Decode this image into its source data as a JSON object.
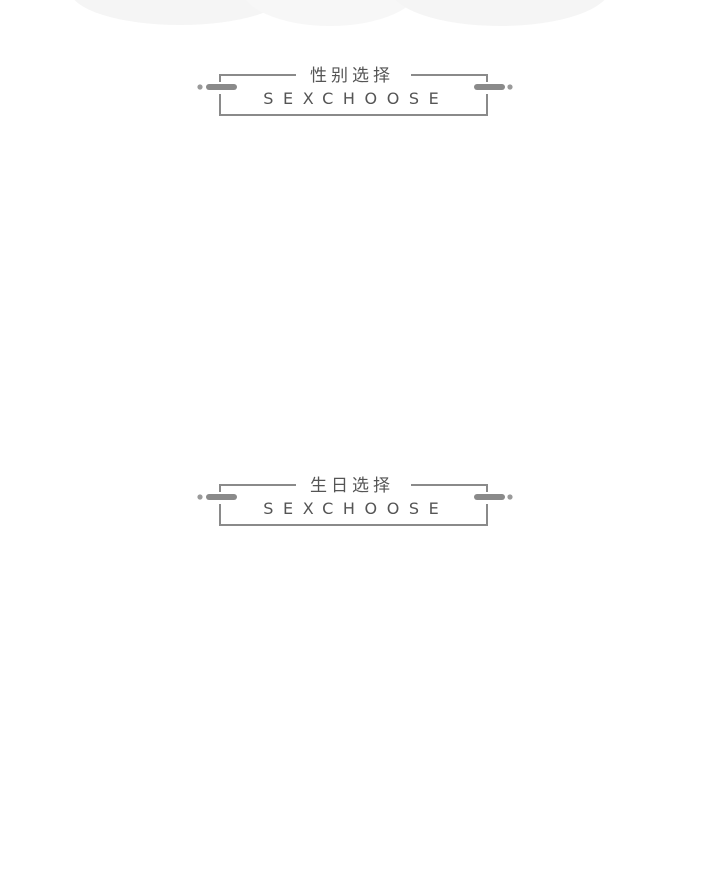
{
  "sections": [
    {
      "id": "gender",
      "title_cn": "性别选择",
      "title_en": "SEXCHOOSE"
    },
    {
      "id": "birthday",
      "title_cn": "生日选择",
      "title_en": "SEXCHOOSE"
    }
  ],
  "colors": {
    "frame": "#8a8a8a",
    "text": "#555555",
    "decor": "#f4f4f4"
  }
}
